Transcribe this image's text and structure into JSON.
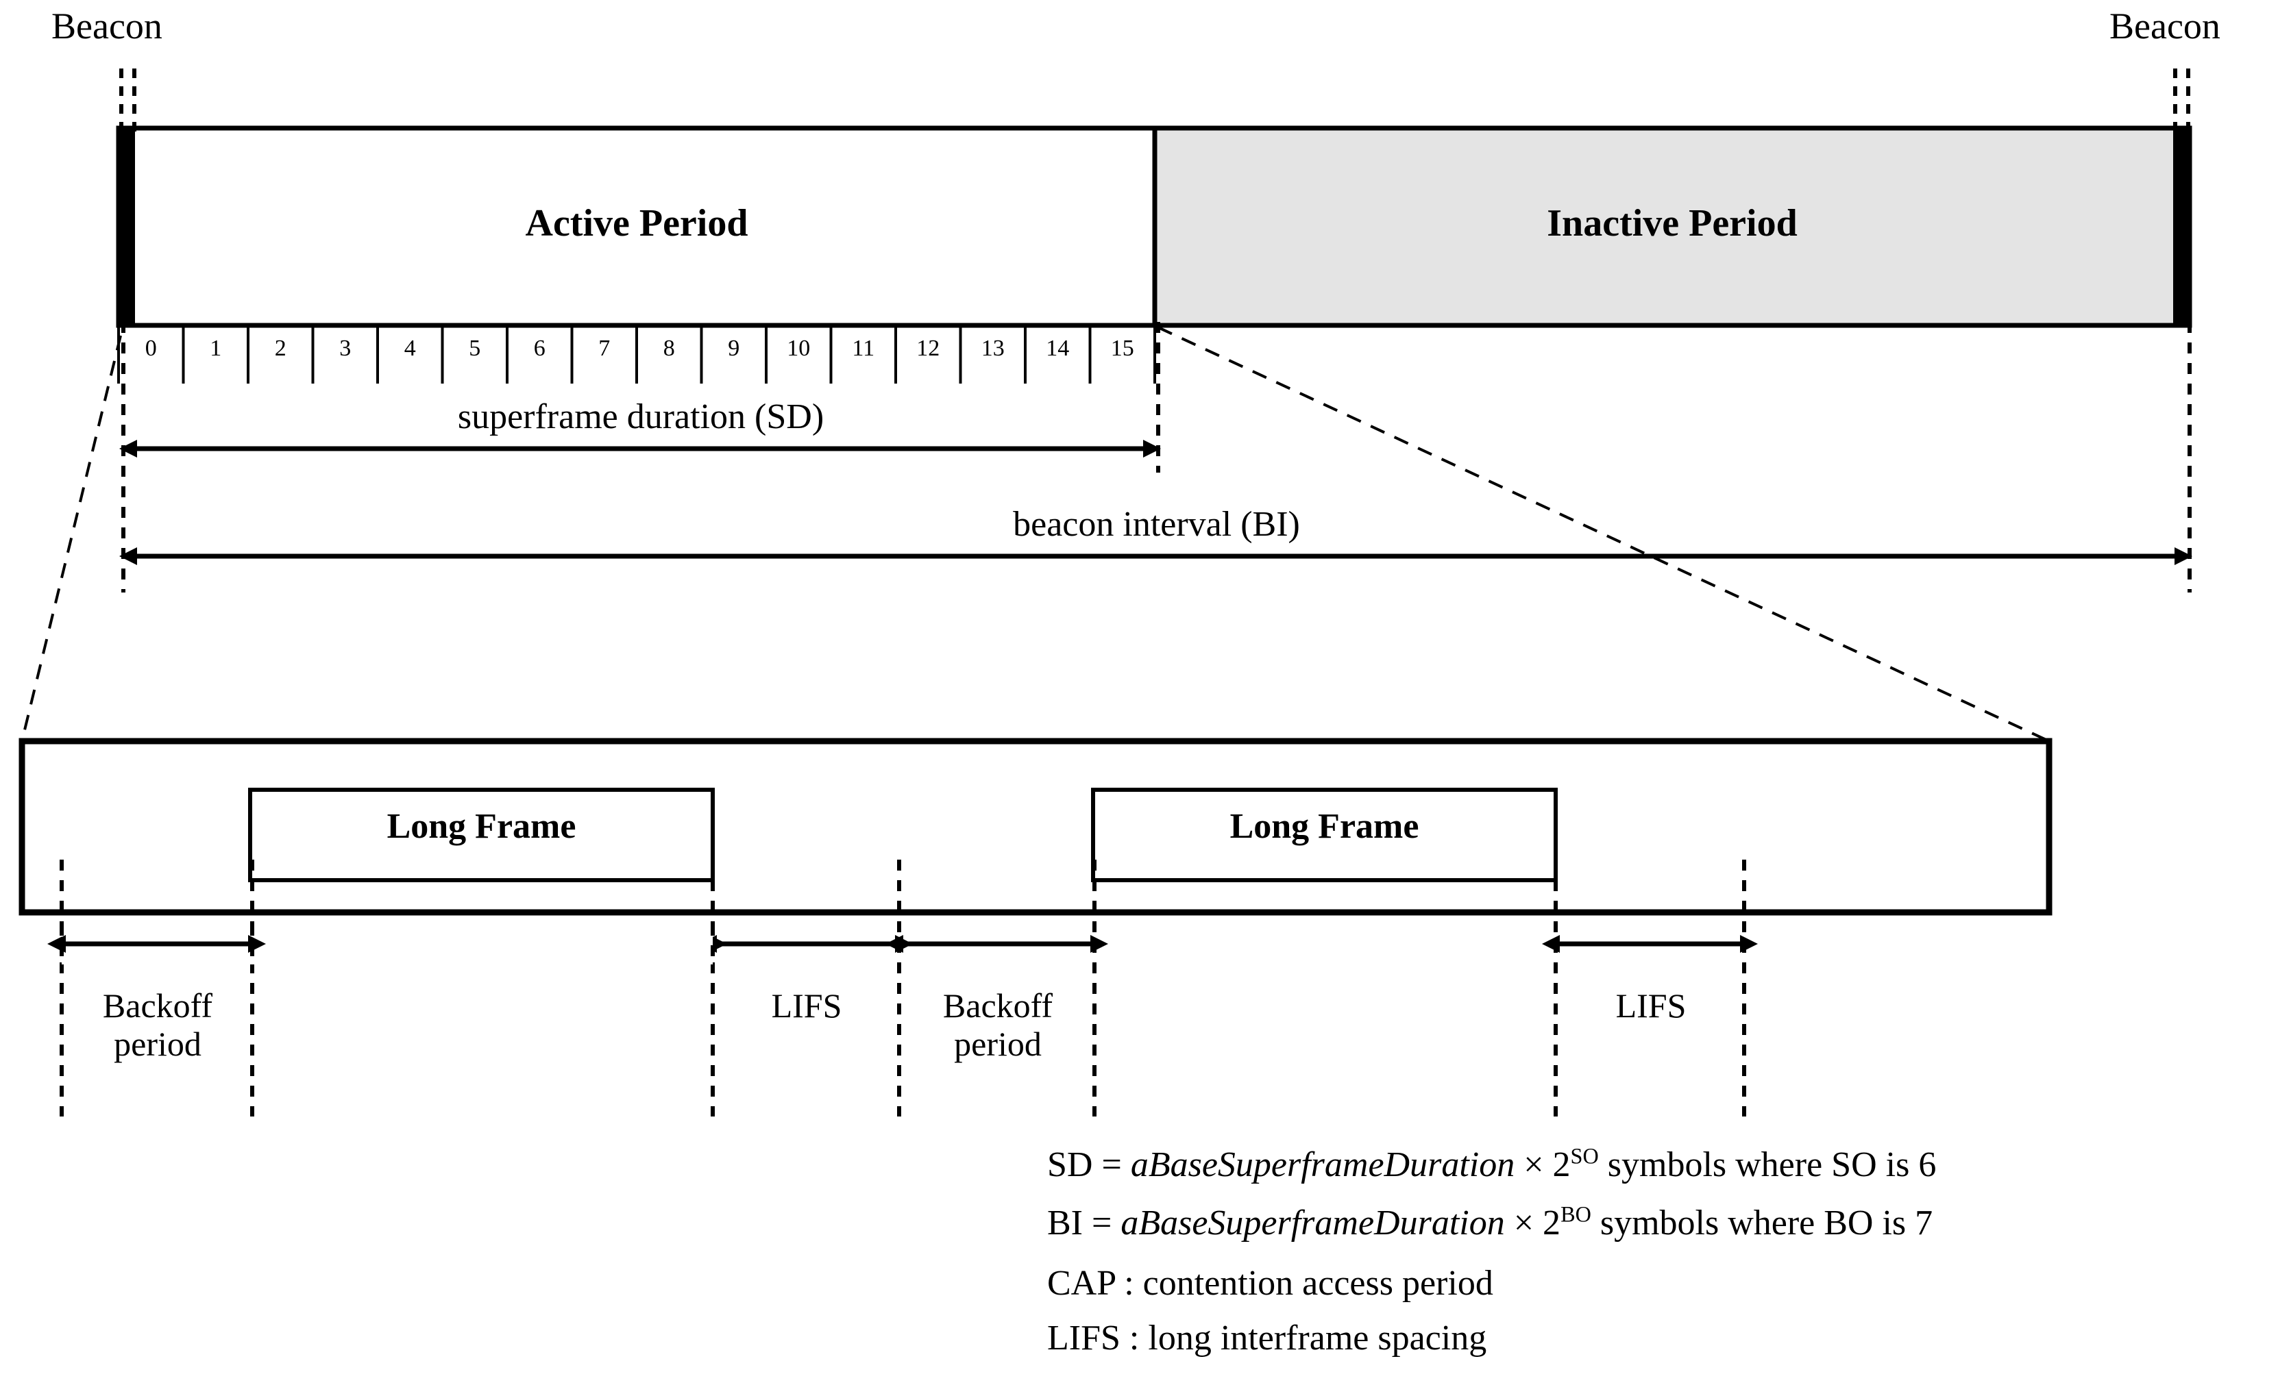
{
  "diagram": {
    "title": "IEEE 802.15.4 superframe structure with CAP detail",
    "colors": {
      "stroke": "#000000",
      "inactive_fill": "#e4e4e4",
      "background": "#ffffff"
    }
  },
  "beacons": {
    "left_label": "Beacon",
    "right_label": "Beacon"
  },
  "superframe": {
    "active_label": "Active Period",
    "inactive_label": "Inactive Period",
    "slots": [
      "0",
      "1",
      "2",
      "3",
      "4",
      "5",
      "6",
      "7",
      "8",
      "9",
      "10",
      "11",
      "12",
      "13",
      "14",
      "15"
    ],
    "slot_count": 16
  },
  "spans": {
    "superframe_duration": "superframe duration (SD)",
    "beacon_interval": "beacon interval (BI)"
  },
  "detail": {
    "frames": [
      {
        "label": "Long Frame"
      },
      {
        "label": "Long Frame"
      }
    ],
    "gaps": [
      {
        "name": "backoff-period-1",
        "line1": "Backoff",
        "line2": "period"
      },
      {
        "name": "lifs-1",
        "line1": "LIFS",
        "line2": ""
      },
      {
        "name": "backoff-period-2",
        "line1": "Backoff",
        "line2": "period"
      },
      {
        "name": "lifs-2",
        "line1": "LIFS",
        "line2": ""
      }
    ]
  },
  "legend": {
    "sd_line": {
      "lhs": "SD = ",
      "term": "aBaseSuperframeDuration",
      "mul": " × 2",
      "exponent": "SO",
      "tail": " symbols where SO is 6"
    },
    "bi_line": {
      "lhs": "BI = ",
      "term": "aBaseSuperframeDuration",
      "mul": " × 2",
      "exponent": "BO",
      "tail": " symbols where BO is 7"
    },
    "cap_line": "CAP : contention access period",
    "lifs_line": "LIFS : long interframe spacing"
  }
}
